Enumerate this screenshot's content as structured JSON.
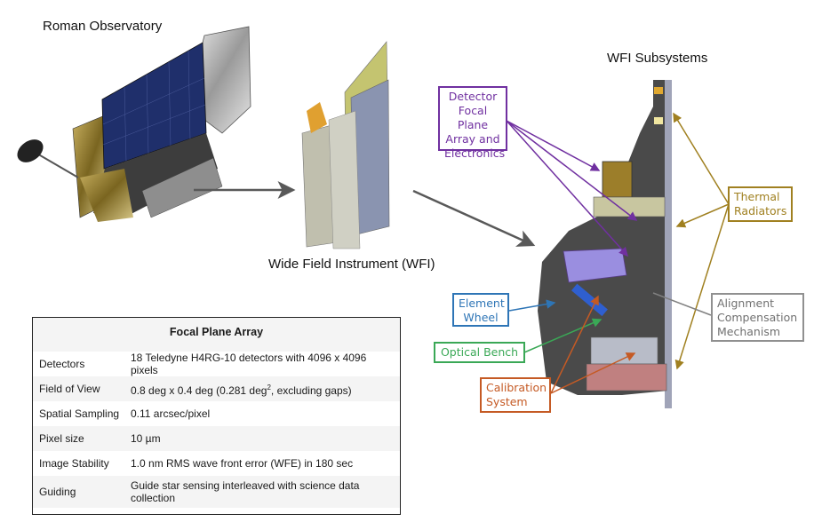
{
  "titles": {
    "observatory": "Roman Observatory",
    "wfi": "Wide Field Instrument (WFI)",
    "subsystems": "WFI Subsystems"
  },
  "callouts": {
    "detector": {
      "lines": [
        "Detector",
        "Focal Plane",
        "Array and",
        "Electronics"
      ],
      "color": "#7030a0"
    },
    "thermal": {
      "lines": [
        "Thermal",
        "Radiators"
      ],
      "color": "#a08020"
    },
    "alignment": {
      "lines": [
        "Alignment",
        "Compensation",
        "Mechanism"
      ],
      "color": "#808080"
    },
    "element_wheel": {
      "lines": [
        "Element",
        "Wheel"
      ],
      "color": "#2e75b6"
    },
    "optical_bench": {
      "lines": [
        "Optical Bench"
      ],
      "color": "#3aa856"
    },
    "calibration": {
      "lines": [
        "Calibration",
        "System"
      ],
      "color": "#c55a24"
    }
  },
  "table": {
    "title": "Focal Plane Array",
    "rows": [
      {
        "label": "Detectors",
        "value": "18 Teledyne H4RG-10 detectors with 4096 x 4096 pixels"
      },
      {
        "label": "Field of View",
        "value_pre": "0.8 deg x 0.4 deg (0.281 deg",
        "value_sup": "2",
        "value_post": ", excluding gaps)"
      },
      {
        "label": "Spatial Sampling",
        "value": "0.11 arcsec/pixel"
      },
      {
        "label": "Pixel size",
        "value": "10 µm"
      },
      {
        "label": "Image Stability",
        "value": "1.0 nm RMS wave front error (WFE) in 180 sec"
      },
      {
        "label": "Guiding",
        "value": "Guide star sensing interleaved with science data collection"
      }
    ]
  }
}
